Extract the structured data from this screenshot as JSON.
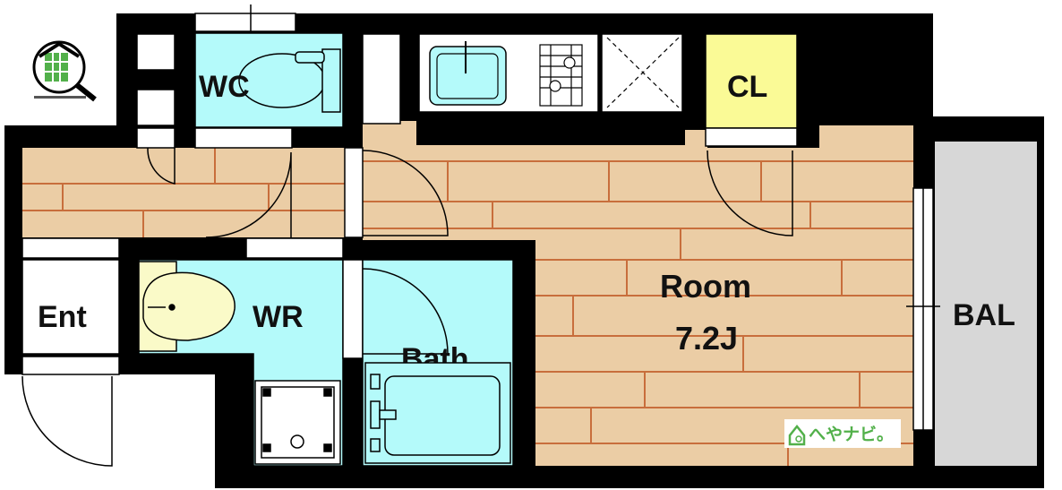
{
  "rooms": {
    "wc": "WC",
    "cl": "CL",
    "ent": "Ent",
    "wr": "WR",
    "bath": "Bath",
    "room": "Room",
    "room_size": "7.2J",
    "bal": "BAL"
  },
  "logo": {
    "brand": "へやナビ。"
  },
  "colors": {
    "wall": "#000000",
    "floor": "#ebcda5",
    "floor_line": "#c86e3c",
    "wet_area": "#b4fafa",
    "closet": "#fafa96",
    "basin": "#fafac8",
    "balcony": "#d7d7d7",
    "logo_green": "#52b04a"
  }
}
